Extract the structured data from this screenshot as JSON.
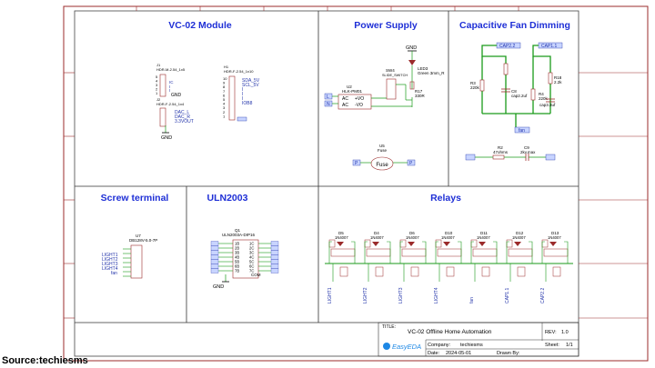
{
  "sections": {
    "vc02": "VC-02 Module",
    "power": "Power Supply",
    "fan": "Capacitive Fan Dimming",
    "screw": "Screw terminal",
    "uln": "ULN2003",
    "relays": "Relays"
  },
  "vc02": {
    "j1_ref": "J1",
    "j1_part": "HDR-M-2.54_1x5",
    "j1_nets": [
      "IC",
      "I",
      "I",
      "GND"
    ],
    "j1_pins": [
      "5",
      "4",
      "3",
      "2",
      "1"
    ],
    "j2_ref": "J2",
    "j2_part": "HDR-F-2.54_1x4",
    "j2_nets": [
      "DAC_L",
      "DAC_R",
      "3.3VOUT"
    ],
    "j2_pins": [
      "4",
      "3",
      "2",
      "1"
    ],
    "h1_ref": "H1",
    "h1_part": "HDR-F-2.54_1x10",
    "h1_nets": [
      "SDA_5V",
      "SCL_5V",
      "I",
      "I",
      "I",
      "IOB8"
    ],
    "h1_pins": [
      "10",
      "9",
      "8",
      "7",
      "6",
      "5",
      "4",
      "3",
      "2",
      "1"
    ],
    "gnd": "GND"
  },
  "power": {
    "gnd": "GND",
    "sw": "SW4",
    "sw_part": "SLIDE_SWITCH",
    "u2": "U2",
    "u2_part": "HLK-PM01",
    "ac1": "AC",
    "ac2": "AC",
    "vo_pos": "+VO",
    "vo_neg": "-VO",
    "led": "LED3",
    "led_part": "Green 3mm_R",
    "r17": "R17",
    "r17_val": "330R",
    "u5": "U5",
    "u5_part": "Fuse",
    "fuse": "Fuse",
    "p1": "P",
    "p2": "P",
    "l": "L",
    "n": "N"
  },
  "fan": {
    "cap2": "CAP2.2",
    "cap1": "CAP1.1",
    "r3": "R3",
    "r3_val": "220k",
    "c8": "C8",
    "c8_val": "cap2.2uf",
    "r18": "R18",
    "r18_val": "2.2k",
    "r4": "R4",
    "r4_val": "220k",
    "c7_val": "cap3.3uf",
    "fan": "fan",
    "r2": "R2",
    "r2_val": "47ohms",
    "c9": "C9",
    "c9_val": "2kv.max"
  },
  "screw": {
    "u7": "U7",
    "u7_part": "DB128V-5.0-7P",
    "nets": [
      "LIGHT1",
      "LIGHT2",
      "LIGHT3",
      "LIGHT4",
      "fan"
    ]
  },
  "uln": {
    "q1": "Q1",
    "q1_part": "ULN2003A-DIP16",
    "in_pins": [
      "1B",
      "2B",
      "3B",
      "4B",
      "5B",
      "6B",
      "7B"
    ],
    "out_pins": [
      "1C",
      "2C",
      "3C",
      "4C",
      "5C",
      "6C",
      "7C"
    ],
    "com": "COM",
    "gnd": "GND"
  },
  "relays": {
    "diodes": [
      {
        "ref": "D5",
        "part": "1N4007"
      },
      {
        "ref": "D4",
        "part": "1N4007"
      },
      {
        "ref": "D6",
        "part": "1N4007"
      },
      {
        "ref": "D10",
        "part": "1N4007"
      },
      {
        "ref": "D11",
        "part": "1N4007"
      },
      {
        "ref": "D12",
        "part": "1N4007"
      },
      {
        "ref": "D13",
        "part": "1N4007"
      }
    ],
    "outputs": [
      "LIGHT1",
      "LIGHT2",
      "LIGHT3",
      "LIGHT4",
      "fan",
      "CAP1.1",
      "CAP2.2"
    ]
  },
  "titleblock": {
    "title_label": "TITLE:",
    "title": "VC-02 Offline Home Automation",
    "rev_label": "REV:",
    "rev": "1.0",
    "brand": "EasyEDA",
    "company_label": "Company:",
    "company": "techiesms",
    "sheet_label": "Sheet:",
    "sheet": "1/1",
    "date_label": "Date:",
    "date": "2024-05-01",
    "drawn_label": "Drawn By:"
  },
  "source": "Source:techiesms",
  "colors": {
    "border": "#9b2b2b",
    "title": "#1e2fd6",
    "wire": "#1a9a1a",
    "net": "#2233aa",
    "comp": "#9b2b2b",
    "text": "#000000"
  }
}
